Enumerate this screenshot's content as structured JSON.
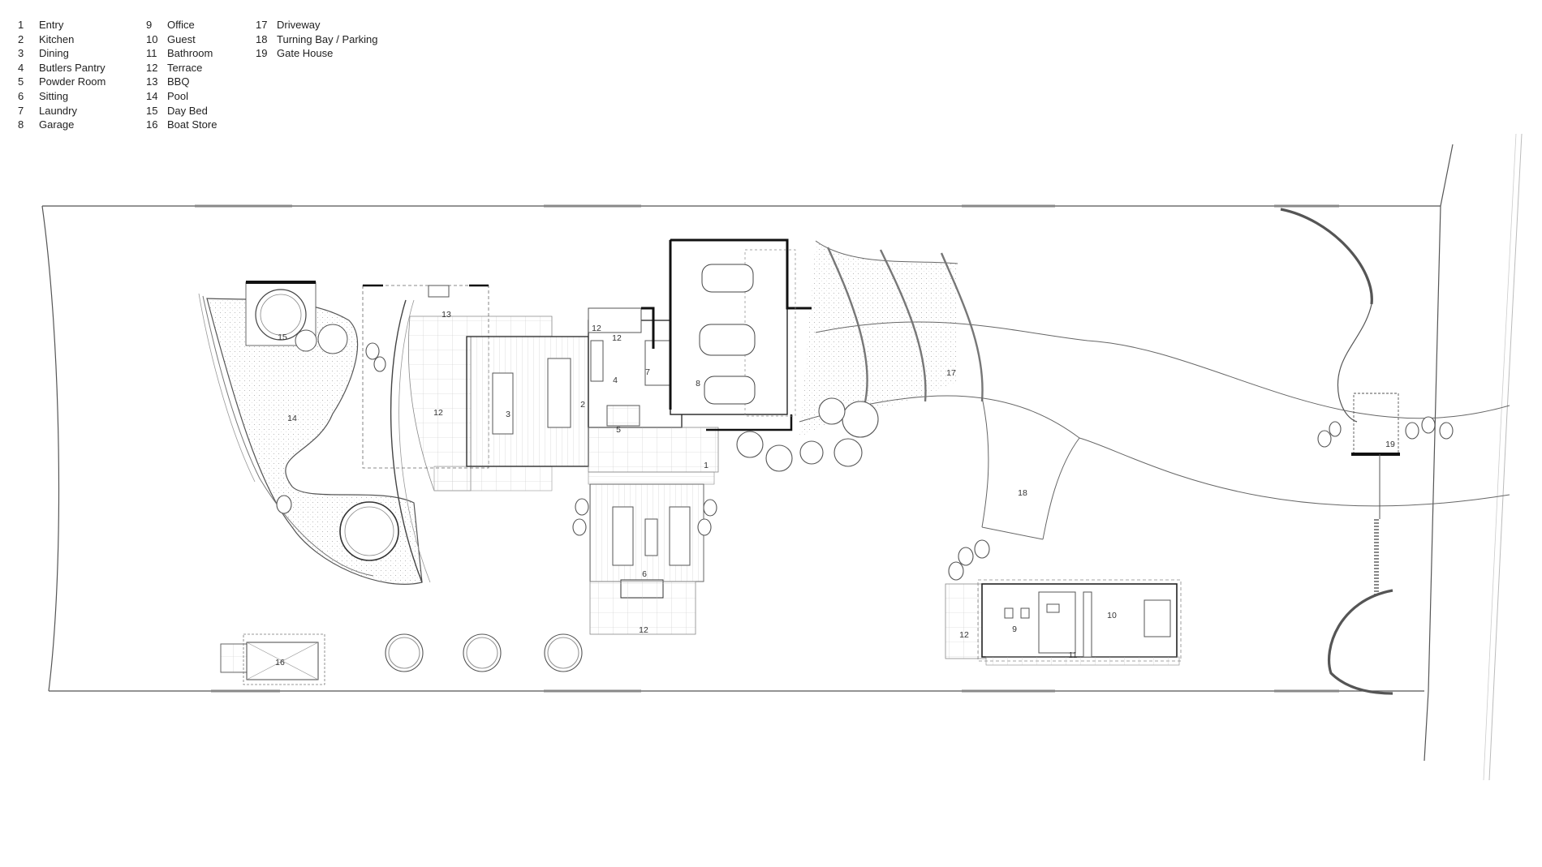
{
  "legend": {
    "columns": [
      [
        {
          "num": "1",
          "label": "Entry"
        },
        {
          "num": "2",
          "label": "Kitchen"
        },
        {
          "num": "3",
          "label": "Dining"
        },
        {
          "num": "4",
          "label": "Butlers Pantry"
        },
        {
          "num": "5",
          "label": "Powder Room"
        },
        {
          "num": "6",
          "label": "Sitting"
        },
        {
          "num": "7",
          "label": "Laundry"
        },
        {
          "num": "8",
          "label": "Garage"
        }
      ],
      [
        {
          "num": "9",
          "label": "Office"
        },
        {
          "num": "10",
          "label": "Guest"
        },
        {
          "num": "11",
          "label": "Bathroom"
        },
        {
          "num": "12",
          "label": "Terrace"
        },
        {
          "num": "13",
          "label": "BBQ"
        },
        {
          "num": "14",
          "label": "Pool"
        },
        {
          "num": "15",
          "label": "Day Bed"
        },
        {
          "num": "16",
          "label": "Boat Store"
        }
      ],
      [
        {
          "num": "17",
          "label": "Driveway"
        },
        {
          "num": "18",
          "label": "Turning Bay / Parking"
        },
        {
          "num": "19",
          "label": "Gate House"
        }
      ]
    ]
  },
  "plan_labels": [
    "1",
    "2",
    "3",
    "4",
    "5",
    "6",
    "7",
    "8",
    "9",
    "10",
    "11",
    "12",
    "12",
    "12",
    "12",
    "12",
    "13",
    "14",
    "15",
    "16",
    "17",
    "18",
    "19"
  ],
  "colors": {
    "line": "#555555",
    "dark": "#111111",
    "hatch": "#bbbbbb"
  }
}
